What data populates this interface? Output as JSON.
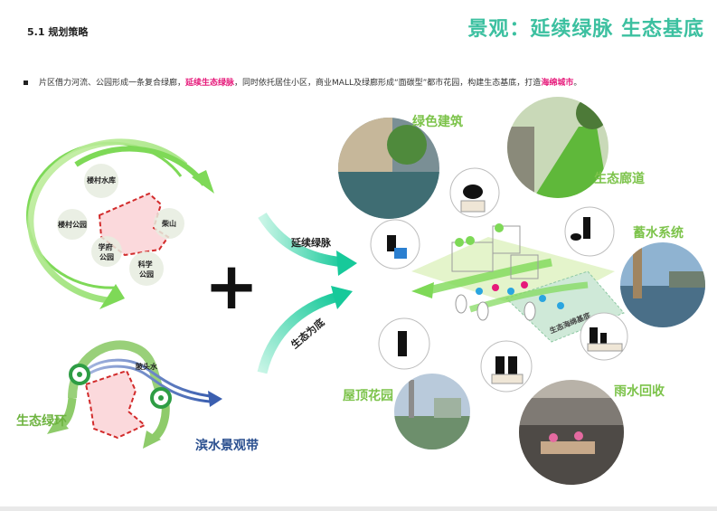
{
  "header": {
    "section": "5.1 规划策略",
    "title": "景观：延续绿脉  生态基底"
  },
  "intro": {
    "prefix": "片区借力河流、公园形成一条复合绿廊，",
    "highlight1": "延续生态绿脉",
    "middle": "，同时依托居住小区，商业MALL及绿廊形成“面碳型”都市花园，构建生态基底，打造",
    "highlight2": "海绵城市",
    "suffix": "。"
  },
  "left_diagram": {
    "nodes": [
      "楼村水库",
      "楼村公园",
      "学府公园",
      "柴山",
      "科学公园"
    ],
    "river_label": "陂头水",
    "ring_label": "生态绿环",
    "waterfront_label": "滨水景观带",
    "plus": "+"
  },
  "arrows": {
    "top": "延续绿脉",
    "bottom": "生态为底"
  },
  "right_diagram": {
    "center_tag": "生态海绵基底",
    "features": [
      "绿色建筑",
      "生态廊道",
      "蓄水系统",
      "雨水回收",
      "屋顶花园"
    ]
  },
  "colors": {
    "title_teal": "#3cc0a0",
    "green_label": "#7cc34a",
    "highlight_pink": "#e6197a",
    "ring_green": "#7ed957",
    "arrow_teal": "#2fd4a8",
    "dashed_red": "#d22b2b",
    "blue_text": "#2a4f8f"
  }
}
